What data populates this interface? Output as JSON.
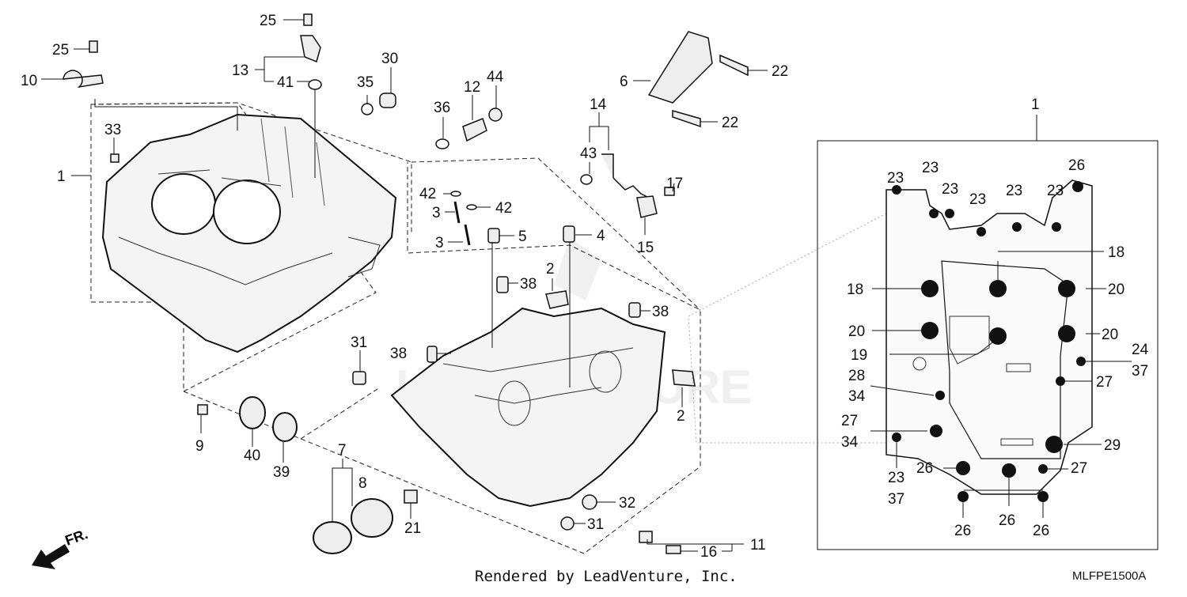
{
  "footer": {
    "credit": "Rendered by LeadVenture, Inc.",
    "diagram_code": "MLFPE1500A"
  },
  "direction_indicator": "FR.",
  "callouts": {
    "c25a": "25",
    "c25b": "25",
    "c10": "10",
    "c13": "13",
    "c41": "41",
    "c35": "35",
    "c30": "30",
    "c33": "33",
    "c1a": "1",
    "c12": "12",
    "c44": "44",
    "c36": "36",
    "c6": "6",
    "c22a": "22",
    "c22b": "22",
    "c14": "14",
    "c43": "43",
    "c17": "17",
    "c15": "15",
    "c42a": "42",
    "c42b": "42",
    "c3a": "3",
    "c3b": "3",
    "c5": "5",
    "c4": "4",
    "c2a": "2",
    "c38a": "38",
    "c38b": "38",
    "c38c": "38",
    "c31a": "31",
    "c2b": "2",
    "c9": "9",
    "c40": "40",
    "c39": "39",
    "c7": "7",
    "c8": "8",
    "c21": "21",
    "c32": "32",
    "c31b": "31",
    "c11": "11",
    "c16": "16",
    "c1b": "1",
    "r23a": "23",
    "r23b": "23",
    "r23c": "23",
    "r23d": "23",
    "r23e": "23",
    "r23f": "23",
    "r26a": "26",
    "r18a": "18",
    "r18b": "18",
    "r20a": "20",
    "r20b": "20",
    "r20c": "20",
    "r19": "19",
    "r24": "24",
    "r37a": "37",
    "r28": "28",
    "r34a": "34",
    "r27a": "27",
    "r27b": "27",
    "r34b": "34",
    "r29": "29",
    "r23g": "23",
    "r37b": "37",
    "r26b": "26",
    "r27c": "27",
    "r26c": "26",
    "r26d": "26",
    "r26e": "26"
  }
}
